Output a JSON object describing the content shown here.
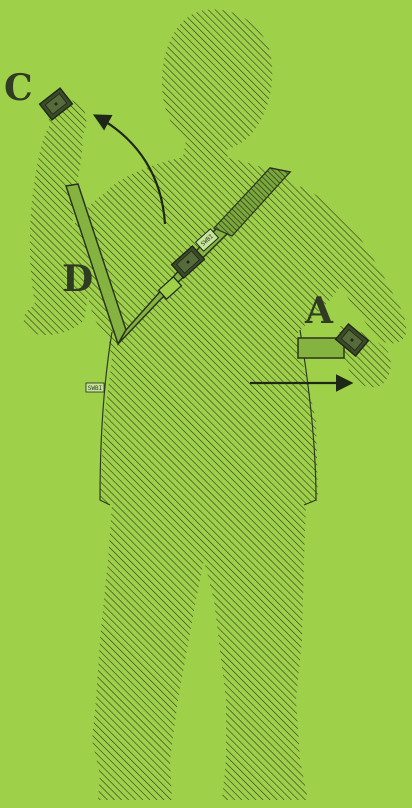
{
  "diagram": {
    "callouts": {
      "a": "A",
      "c": "C",
      "d": "D"
    },
    "tags": {
      "strap_tag": "SWBI",
      "hip_tag": "SWBI"
    },
    "colors": {
      "background": "#9fd04a",
      "hatch": "#2f3b22",
      "strap_fill": "#84b340",
      "strap_stroke": "#2a3420",
      "buckle": "#3b4b2a"
    },
    "icons": [
      "arrow-up-left-icon",
      "arrow-right-icon",
      "buckle-icon"
    ]
  }
}
